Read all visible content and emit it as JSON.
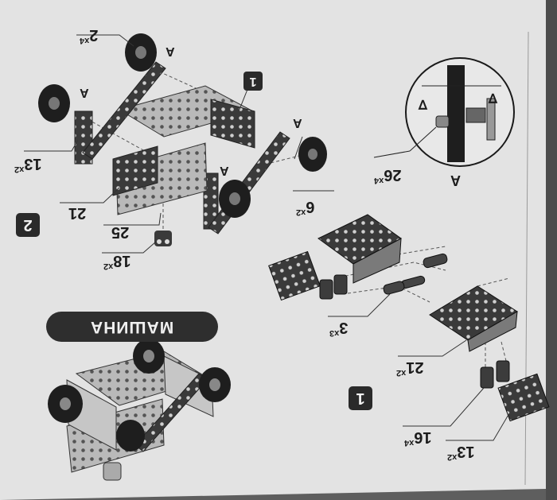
{
  "title": "МАШИНА",
  "steps": [
    "1",
    "2"
  ],
  "parts": [
    {
      "num": "2",
      "qty": "x4"
    },
    {
      "num": "13",
      "qty": "x2"
    },
    {
      "num": "21",
      "qty": ""
    },
    {
      "num": "25",
      "qty": ""
    },
    {
      "num": "18",
      "qty": "x2"
    },
    {
      "num": "6",
      "qty": "x2"
    },
    {
      "num": "26",
      "qty": "x4"
    },
    {
      "num": "3",
      "qty": "x3"
    },
    {
      "num": "21",
      "qty": "x2"
    },
    {
      "num": "16",
      "qty": "x4"
    },
    {
      "num": "13",
      "qty": "x2"
    }
  ],
  "detail_marker": "A",
  "gap_marker": "∇"
}
